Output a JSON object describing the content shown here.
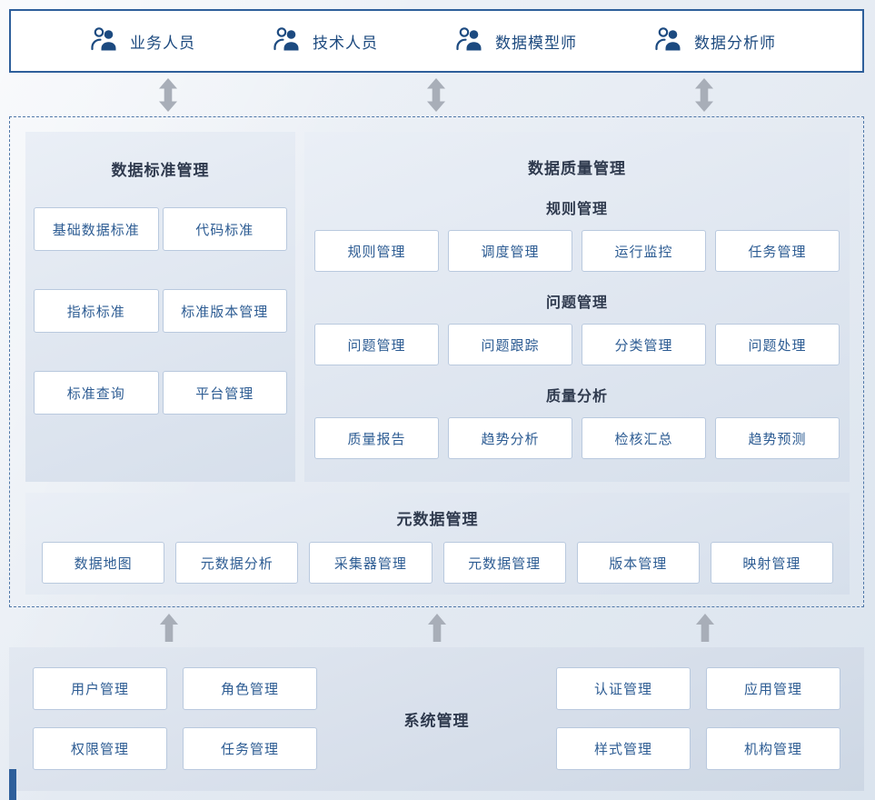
{
  "roles": {
    "items": [
      {
        "icon": "users-icon",
        "label": "业务人员"
      },
      {
        "icon": "users-icon",
        "label": "技术人员"
      },
      {
        "icon": "users-icon",
        "label": "数据模型师"
      },
      {
        "icon": "users-icon",
        "label": "数据分析师"
      }
    ]
  },
  "standard": {
    "title": "数据标准管理",
    "buttons": [
      "基础数据标准",
      "代码标准",
      "指标标准",
      "标准版本管理",
      "标准查询",
      "平台管理"
    ]
  },
  "quality": {
    "title": "数据质量管理",
    "groups": [
      {
        "title": "规则管理",
        "buttons": [
          "规则管理",
          "调度管理",
          "运行监控",
          "任务管理"
        ]
      },
      {
        "title": "问题管理",
        "buttons": [
          "问题管理",
          "问题跟踪",
          "分类管理",
          "问题处理"
        ]
      },
      {
        "title": "质量分析",
        "buttons": [
          "质量报告",
          "趋势分析",
          "检核汇总",
          "趋势预测"
        ]
      }
    ]
  },
  "metadata": {
    "title": "元数据管理",
    "buttons": [
      "数据地图",
      "元数据分析",
      "采集器管理",
      "元数据管理",
      "版本管理",
      "映射管理"
    ]
  },
  "system": {
    "title": "系统管理",
    "left_buttons": [
      "用户管理",
      "角色管理",
      "权限管理",
      "任务管理"
    ],
    "right_buttons": [
      "认证管理",
      "应用管理",
      "样式管理",
      "机构管理"
    ]
  },
  "colors": {
    "accent_blue": "#2e5f9b",
    "role_text": "#1d4a7f",
    "button_text": "#2d5c93",
    "button_border": "#b9c9de",
    "title_text": "#2f3a4e",
    "arrow_gray": "#a8aeb8",
    "dashed_border": "#4f77a8"
  }
}
